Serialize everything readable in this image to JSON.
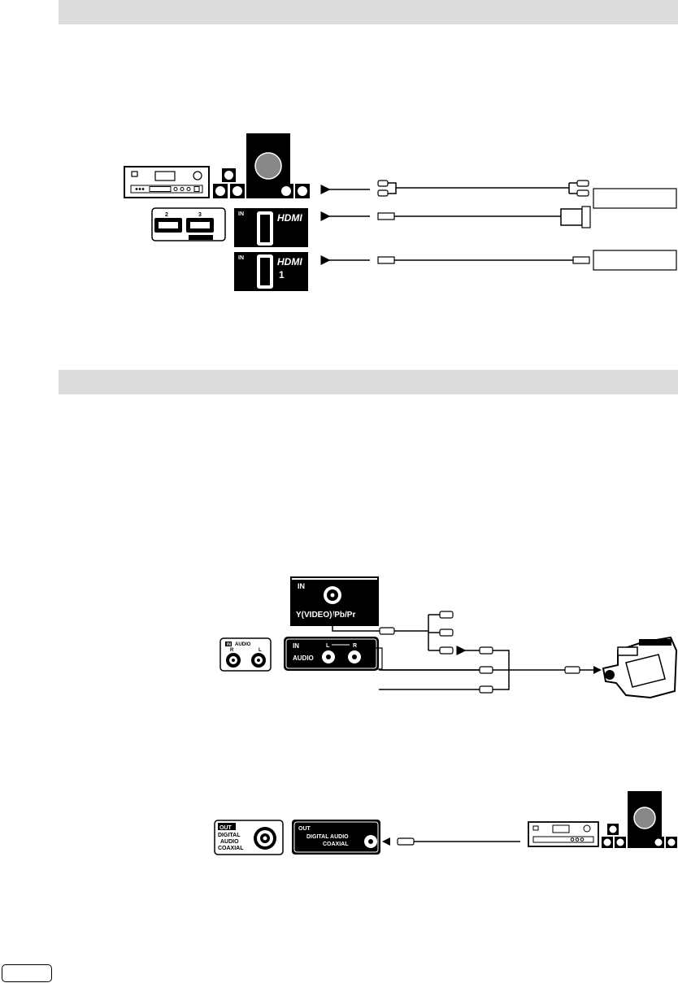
{
  "hdmi_panel_1": {
    "in_label": "IN",
    "logo_text": "HDMI"
  },
  "hdmi_panel_2": {
    "in_label": "IN",
    "logo_text": "HDMI",
    "port_number": "1"
  },
  "side_hdmi_ports": {
    "port_2": "2",
    "port_3": "3"
  },
  "component_panel": {
    "in_label": "IN",
    "connector_label": "Y(VIDEO)/Pb/Pr"
  },
  "audio_side_panel": {
    "in_label": "IN",
    "audio_label": "AUDIO",
    "r_label": "R",
    "l_label": "L"
  },
  "audio_panel": {
    "in_label": "IN",
    "audio_label": "AUDIO",
    "l_label": "L",
    "r_label": "R"
  },
  "coax_side_panel": {
    "out_label": "OUT",
    "line1": "DIGITAL",
    "line2": "AUDIO",
    "line3": "COAXIAL"
  },
  "coax_panel": {
    "out_label": "OUT",
    "line1": "DIGITAL AUDIO",
    "line2": "COAXIAL"
  }
}
